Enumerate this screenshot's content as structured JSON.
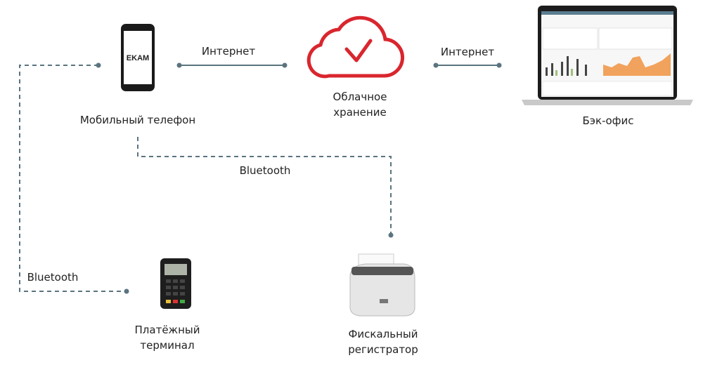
{
  "colors": {
    "line": "#5a7480",
    "cloud": "#d9262e",
    "check": "#d9262e"
  },
  "nodes": {
    "phone": {
      "label": "Мобильный телефон",
      "screen_logo": "EKAM"
    },
    "cloud": {
      "label_line1": "Облачное",
      "label_line2": "хранение"
    },
    "backoffice": {
      "label": "Бэк-офис"
    },
    "terminal": {
      "label_line1": "Платёжный",
      "label_line2": "терминал"
    },
    "fiscal": {
      "label_line1": "Фискальный",
      "label_line2": "регистратор"
    }
  },
  "links": {
    "phone_cloud": "Интернет",
    "cloud_backoffice": "Интернет",
    "phone_fiscal": "Bluetooth",
    "phone_terminal": "Bluetooth"
  }
}
